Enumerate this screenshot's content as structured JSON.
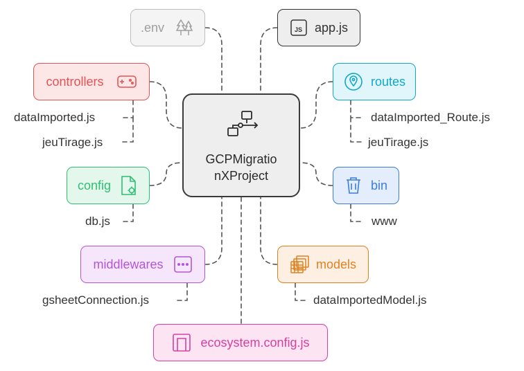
{
  "center": {
    "line1": "GCPMigratio",
    "line2": "nXProject",
    "icon": "flow-chart-icon"
  },
  "nodes": {
    "env": {
      "label": ".env",
      "icon": "trees-icon",
      "color": "#9e9e9e"
    },
    "appjs": {
      "label": "app.js",
      "icon": "js-file-icon",
      "color": "#333333"
    },
    "controllers": {
      "label": "controllers",
      "icon": "gamepad-icon",
      "color": "#e55353"
    },
    "routes": {
      "label": "routes",
      "icon": "map-pin-icon",
      "color": "#12a6c8"
    },
    "config": {
      "label": "config",
      "icon": "settings-file-icon",
      "color": "#2fbf71"
    },
    "bin": {
      "label": "bin",
      "icon": "trash-icon",
      "color": "#3b7ddd"
    },
    "middlewares": {
      "label": "middlewares",
      "icon": "dots-icon",
      "color": "#b455d6"
    },
    "models": {
      "label": "models",
      "icon": "stack-icon",
      "color": "#e0801f"
    },
    "ecosystem": {
      "label": "ecosystem.config.js",
      "icon": "cabinet-icon",
      "color": "#d9409e"
    }
  },
  "leaves": {
    "controllers": [
      "dataImported.js",
      "jeuTirage.js"
    ],
    "routes": [
      "dataImported_Route.js",
      "jeuTirage.js"
    ],
    "config": [
      "db.js"
    ],
    "bin": [
      "www"
    ],
    "middlewares": [
      "gsheetConnection.js"
    ],
    "models": [
      "dataImportedModel.js"
    ]
  }
}
